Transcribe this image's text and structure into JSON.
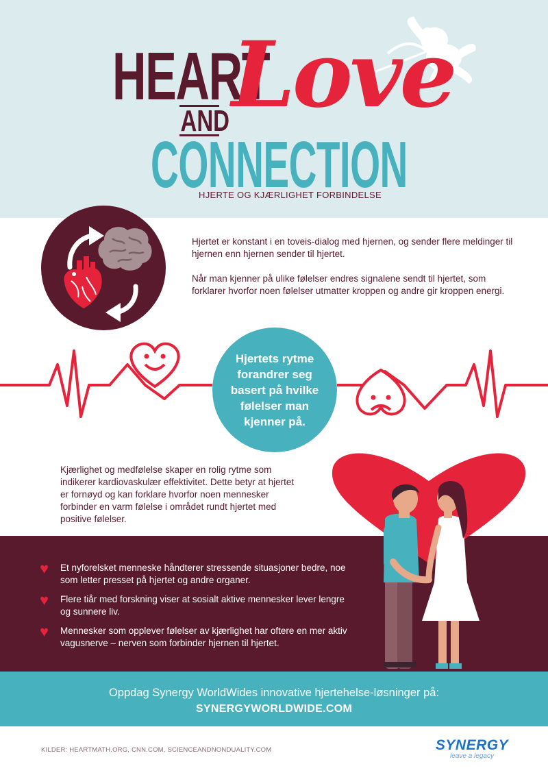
{
  "header": {
    "title_heart": "HEART",
    "title_love": "Love",
    "title_and": "AND",
    "title_connection": "CONNECTION",
    "subtitle": "HJERTE OG KJÆRLIGHET FORBINDELSE"
  },
  "intro": {
    "p1": "Hjertet er konstant i en toveis-dialog med hjernen, og sender flere meldinger til hjernen enn hjernen sender til hjertet.",
    "p2": "Når man kjenner på ulike følelser endres signalene sendt til hjertet, som forklarer hvorfor noen følelser utmatter kroppen og andre gir kroppen energi."
  },
  "rhythm_callout": "Hjertets rytme forandrer seg basert på hvilke følelser man kjenner på.",
  "middle_text": "Kjærlighet og medfølelse skaper en rolig rytme som indikerer kardiovaskulær effektivitet. Dette betyr at hjertet er fornøyd og kan forklare hvorfor noen mennesker forbinder en varm følelse i området rundt hjertet med positive følelser.",
  "bullets": [
    "Et nyforelsket menneske håndterer stressende situasjoner bedre, noe som letter presset på hjertet og andre organer.",
    "Flere tiår med forskning viser at sosialt aktive mennesker lever lengre og sunnere liv.",
    "Mennesker som opplever følelser av kjærlighet har oftere en mer aktiv vagusnerve – nerven som forbinder hjernen til hjertet."
  ],
  "cta": {
    "line1": "Oppdag Synergy WorldWides innovative hjertehelse-løsninger på:",
    "line2": "SYNERGYWORLDWIDE.COM"
  },
  "footer": {
    "sources": "KILDER: HEARTMATH.ORG, CNN.COM, SCIENCEANDNONDUALITY.COM",
    "logo_word": "SYNERGY",
    "logo_tagline": "leave a legacy"
  },
  "colors": {
    "maroon": "#5a1a2e",
    "red": "#e5233b",
    "teal": "#47b2be",
    "pale_teal": "#dcecee"
  },
  "icons": [
    "cupid-icon",
    "brain-icon",
    "anatomical-heart-icon",
    "cycle-arrow-icon",
    "happy-heart-icon",
    "sad-heart-icon",
    "bullet-heart-icon",
    "couple-illustration"
  ]
}
